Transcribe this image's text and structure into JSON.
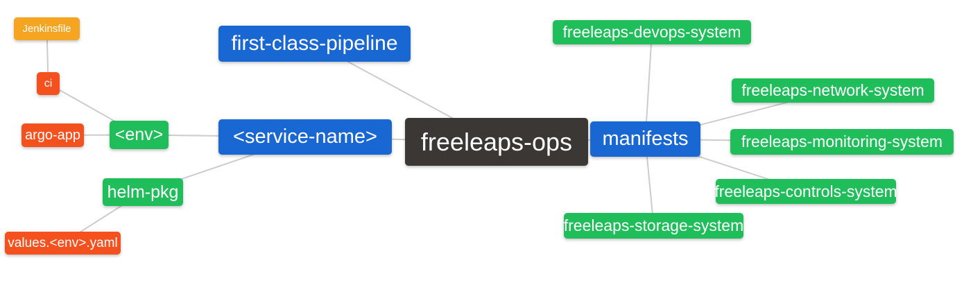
{
  "diagram": {
    "type": "mindmap",
    "root": "freeleaps-ops",
    "palette": {
      "background": "#ffffff",
      "edge": "#cccccc",
      "text": "#ffffff",
      "blue": "#1967d2",
      "green": "#1fbe5a",
      "orange": "#f6a522",
      "red": "#f4511e",
      "dark": "#3b3734"
    },
    "nodes": {
      "jenkinsfile": {
        "label": "Jenkinsfile",
        "color": "orange"
      },
      "ci": {
        "label": "ci",
        "color": "red"
      },
      "argo_app": {
        "label": "argo-app",
        "color": "red"
      },
      "env": {
        "label": "<env>",
        "color": "green"
      },
      "helm_pkg": {
        "label": "helm-pkg",
        "color": "green"
      },
      "values_yaml": {
        "label": "values.<env>.yaml",
        "color": "red"
      },
      "first_class_pipeline": {
        "label": "first-class-pipeline",
        "color": "blue"
      },
      "service_name": {
        "label": "<service-name>",
        "color": "blue"
      },
      "freeleaps_ops": {
        "label": "freeleaps-ops",
        "color": "dark"
      },
      "manifests": {
        "label": "manifests",
        "color": "blue"
      },
      "devops_system": {
        "label": "freeleaps-devops-system",
        "color": "green"
      },
      "network_system": {
        "label": "freeleaps-network-system",
        "color": "green"
      },
      "monitoring_system": {
        "label": "freeleaps-monitoring-system",
        "color": "green"
      },
      "controls_system": {
        "label": "freeleaps-controls-system",
        "color": "green"
      },
      "storage_system": {
        "label": "freeleaps-storage-system",
        "color": "green"
      }
    },
    "edges": [
      [
        "jenkinsfile",
        "ci"
      ],
      [
        "ci",
        "env"
      ],
      [
        "argo_app",
        "env"
      ],
      [
        "env",
        "service_name"
      ],
      [
        "helm_pkg",
        "service_name"
      ],
      [
        "values_yaml",
        "helm_pkg"
      ],
      [
        "first_class_pipeline",
        "freeleaps_ops"
      ],
      [
        "service_name",
        "freeleaps_ops"
      ],
      [
        "freeleaps_ops",
        "manifests"
      ],
      [
        "manifests",
        "devops_system"
      ],
      [
        "manifests",
        "network_system"
      ],
      [
        "manifests",
        "monitoring_system"
      ],
      [
        "manifests",
        "controls_system"
      ],
      [
        "manifests",
        "storage_system"
      ]
    ]
  }
}
